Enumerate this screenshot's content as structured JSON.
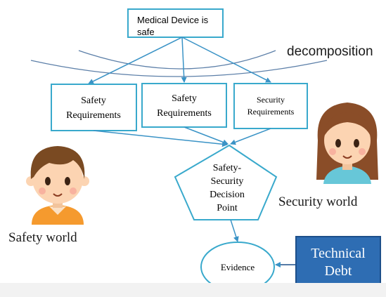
{
  "top_node": {
    "line1": "Medical Device is",
    "line2": "safe"
  },
  "decomposition_label": "decomposition",
  "requirements": [
    {
      "line1": "Safety",
      "line2": "Requirements"
    },
    {
      "line1": "Safety",
      "line2": "Requirements"
    },
    {
      "line1": "Security",
      "line2": "Requirements"
    }
  ],
  "decision_point": {
    "lines": [
      "Safety-",
      "Security",
      "Decision",
      "Point"
    ]
  },
  "evidence": "Evidence",
  "technical_debt": {
    "line1": "Technical",
    "line2": "Debt"
  },
  "safety_world_label": "Safety world",
  "security_world_label": "Security world",
  "colors": {
    "box_stroke": "#39a9cc",
    "arrow": "#3a93c6",
    "arc": "#5c7fa8",
    "debt_fill": "#2e6db3",
    "debt_stroke": "#1d4f8a",
    "skin": "#fcd4b2",
    "boy_hair": "#7a4a22",
    "girl_hair": "#8a4d28",
    "boy_shirt": "#f59a2e",
    "girl_shirt": "#67c7d8"
  }
}
